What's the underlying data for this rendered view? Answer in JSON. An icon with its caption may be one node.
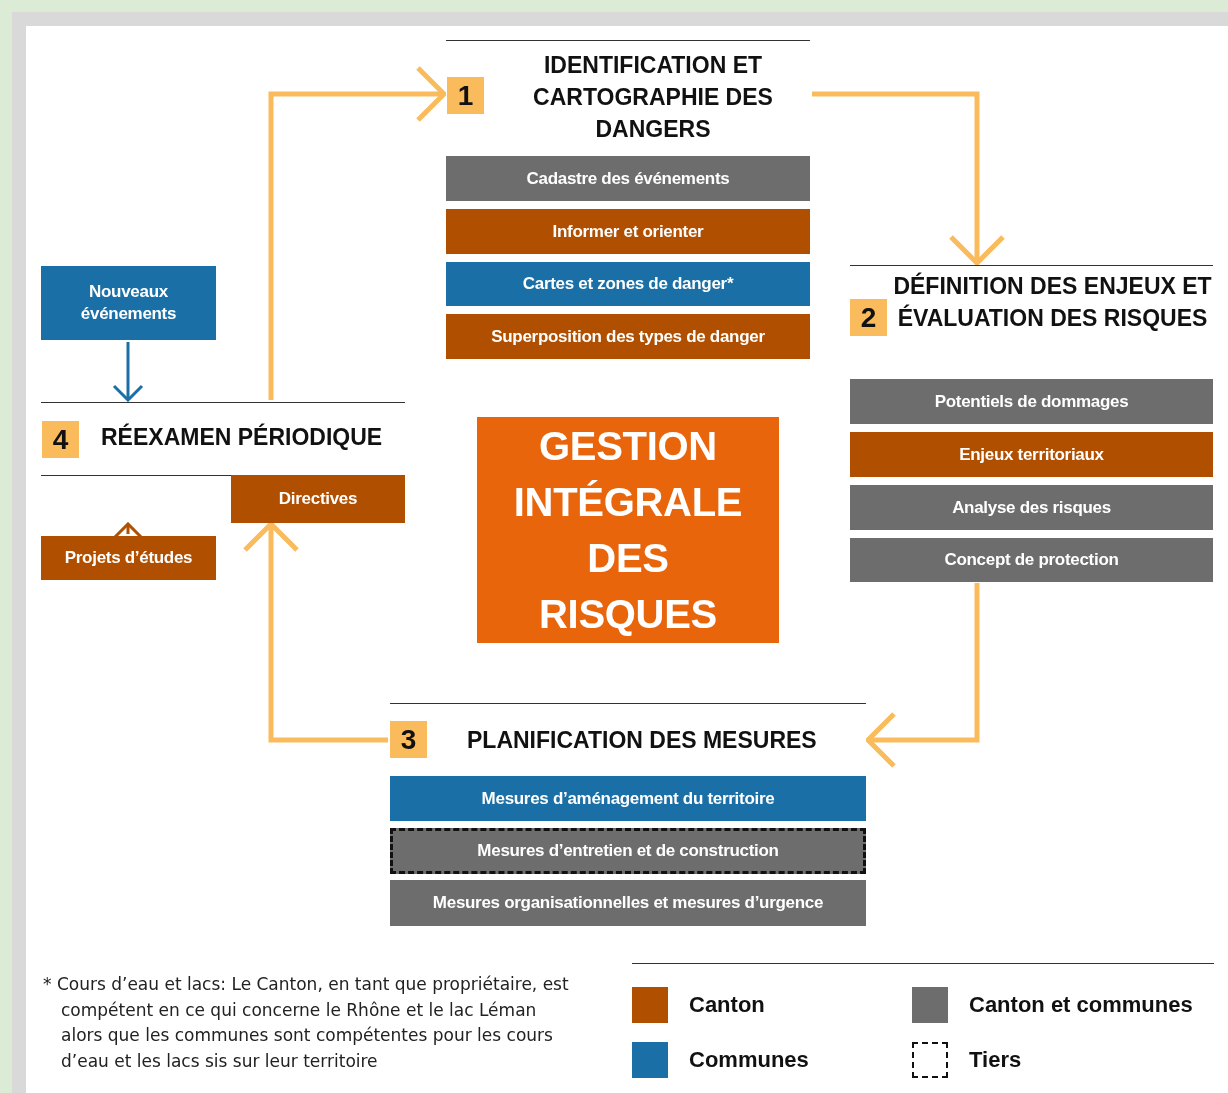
{
  "diagram": {
    "nodes": [
      {
        "text": [
          "1",
          "IDENTIFICATION ET CARTOGRAPHIE DES DANGERS"
        ]
      },
      {
        "text": [
          "Cadastre des événements"
        ],
        "in": 0
      },
      {
        "text": [
          "Informer et orienter"
        ],
        "in": 0
      },
      {
        "text": [
          "Cartes et zones de danger*"
        ],
        "in": 0
      },
      {
        "text": [
          "Superposition des types de danger"
        ],
        "in": 0
      },
      {
        "text": [
          "Nouveaux événements"
        ]
      },
      {
        "text": [
          "4",
          "RÉEXAMEN PÉRIODIQUE"
        ]
      },
      {
        "text": [
          "Directives"
        ],
        "in": 6
      },
      {
        "text": [
          "Projets d’études"
        ]
      },
      {
        "text": [
          "2",
          "DÉFINITION DES ENJEUX ET ÉVALUATION DES RISQUES"
        ]
      },
      {
        "text": [
          "Potentiels de dommages"
        ],
        "in": 9
      },
      {
        "text": [
          "Enjeux territoriaux"
        ],
        "in": 9
      },
      {
        "text": [
          "Analyse des risques"
        ],
        "in": 9
      },
      {
        "text": [
          "Concept de protection"
        ],
        "in": 9
      },
      {
        "text": [
          "GESTION INTÉGRALE DES RISQUES"
        ]
      },
      {
        "text": [
          "3",
          "PLANIFICATION DES MESURES"
        ]
      },
      {
        "text": [
          "Mesures d’aménagement du territoire"
        ],
        "in": 15
      },
      {
        "text": [
          "Mesures d’entretien et de construction"
        ],
        "in": 15
      },
      {
        "text": [
          "Mesures organisationnelles et mesures d’urgence"
        ],
        "in": 15
      }
    ],
    "edges": [
      {
        "from": 0,
        "to": 9,
        "arrow": "to"
      },
      {
        "from": 9,
        "to": 15,
        "arrow": "to"
      },
      {
        "from": 15,
        "to": 6,
        "arrow": "to"
      },
      {
        "from": 6,
        "to": 0,
        "arrow": "to"
      },
      {
        "from": 5,
        "to": 6,
        "arrow": "to",
        "color": "#1a70a6"
      },
      {
        "from": 8,
        "to": 6,
        "arrow": "to",
        "color": "#b04f00"
      }
    ],
    "labels": [
      "* Cours d’eau et lacs: Le Canton, en tant que propriétaire, est compétent en ce qui concerne le Rhône et le lac Léman alors que les communes sont compétentes pour les cours d’eau et les lacs sis sur leur territoire"
    ],
    "legend": [
      {
        "text": "Canton",
        "color": "#b04f00"
      },
      {
        "text": "Canton et communes",
        "color": "#6d6d6d"
      },
      {
        "text": "Communes",
        "color": "#1a70a6"
      },
      {
        "text": "Tiers"
      }
    ]
  }
}
